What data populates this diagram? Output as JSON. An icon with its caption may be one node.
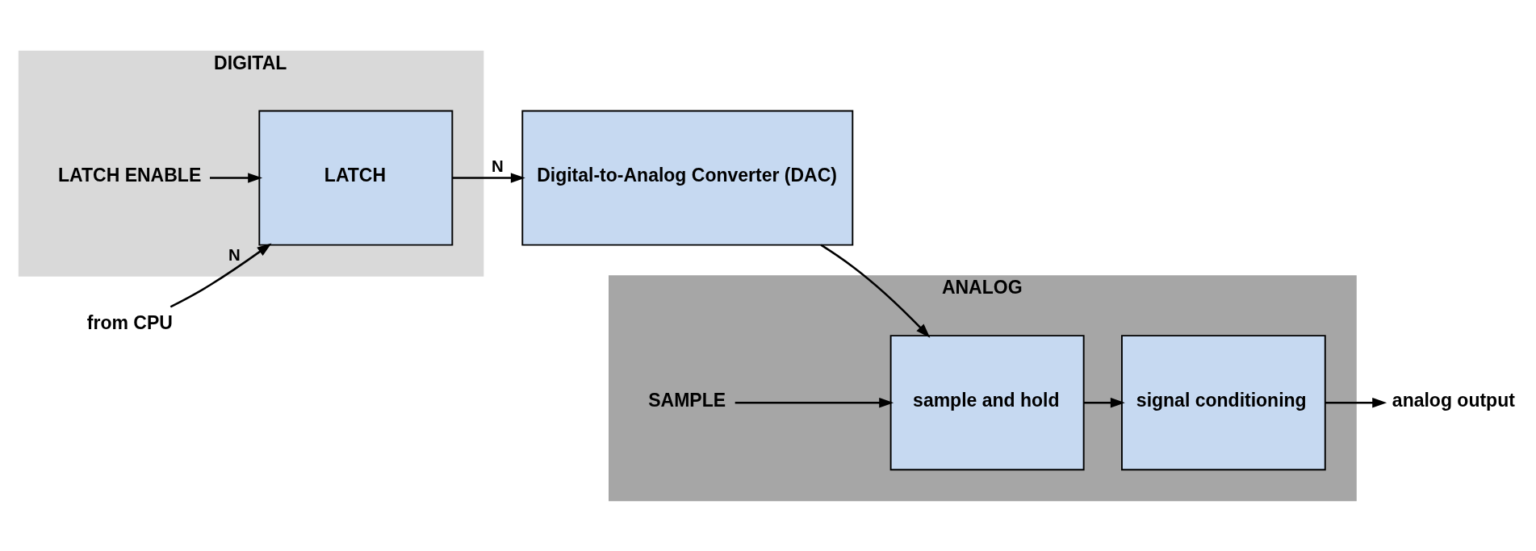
{
  "diagram": {
    "nodes": [
      {
        "text": [
          "DIGITAL"
        ]
      },
      {
        "text": [
          "ANALOG"
        ]
      },
      {
        "text": [
          "from CPU"
        ]
      },
      {
        "text": [
          "LATCH ENABLE"
        ],
        "in": 0
      },
      {
        "text": [
          "LATCH"
        ],
        "in": 0
      },
      {
        "text": [
          "Digital-to-Analog Converter (DAC)"
        ]
      },
      {
        "text": [
          "SAMPLE"
        ],
        "in": 1
      },
      {
        "text": [
          "sample and hold"
        ],
        "in": 1
      },
      {
        "text": [
          "signal conditioning"
        ],
        "in": 1
      },
      {
        "text": [
          "analog output"
        ]
      }
    ],
    "edges": [
      {
        "from": 2,
        "to": 4,
        "arrow": "to",
        "label": "N"
      },
      {
        "from": 3,
        "to": 4,
        "arrow": "to"
      },
      {
        "from": 4,
        "to": 5,
        "arrow": "to",
        "label": "N"
      },
      {
        "from": 5,
        "to": 7,
        "arrow": "to"
      },
      {
        "from": 6,
        "to": 7,
        "arrow": "to"
      },
      {
        "from": 7,
        "to": 8,
        "arrow": "to"
      },
      {
        "from": 8,
        "to": 9,
        "arrow": "to"
      }
    ]
  }
}
